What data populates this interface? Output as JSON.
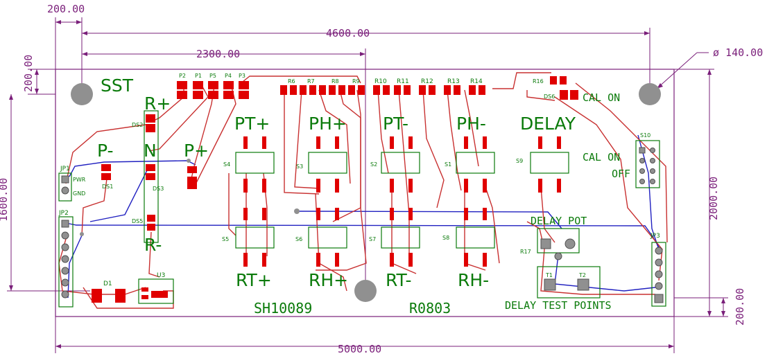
{
  "dimensions": {
    "margin_left": "200.00",
    "mount_hole_span": "4600.00",
    "center_offset": "2300.00",
    "hole_diameter": "ø 140.00",
    "margin_top": "200.00",
    "hole_vertical": "1600.00",
    "board_height": "2000.00",
    "margin_bottom": "200.00",
    "board_width": "5000.00"
  },
  "silkscreen": {
    "sst": "SST",
    "cal_on_led": "CAL ON",
    "cal_on": "CAL ON",
    "off": "OFF",
    "r_plus": "R+",
    "r_minus": "R-",
    "p_minus": "P-",
    "p_plus": "P+",
    "n": "N",
    "pt_plus": "PT+",
    "ph_plus": "PH+",
    "pt_minus": "PT-",
    "ph_minus": "PH-",
    "delay": "DELAY",
    "rt_plus": "RT+",
    "rh_plus": "RH+",
    "rt_minus": "RT-",
    "rh_minus": "RH-",
    "delay_pot": "DELAY POT",
    "part_number": "SH10089",
    "revision": "R0803",
    "delay_test_points": "DELAY TEST POINTS",
    "pwr": "PWR",
    "gnd": "GND"
  },
  "refdes": {
    "top_row": [
      "P2",
      "P1",
      "P5",
      "P4",
      "P3",
      "R6",
      "R7",
      "R8",
      "R9",
      "R10",
      "R11",
      "R12",
      "R13",
      "R14",
      "R16"
    ],
    "ds6": "DS6",
    "s10": "S10",
    "ds2": "DS2",
    "ds1": "DS1",
    "ds3": "DS3",
    "ds5": "DS5",
    "jp1": "JP1",
    "jp2": "JP2",
    "jp3": "JP3",
    "d1": "D1",
    "u3": "U3",
    "s4": "S4",
    "s3": "S3",
    "s2": "S2",
    "s1": "S1",
    "s9": "S9",
    "s5": "S5",
    "s6": "S6",
    "s7": "S7",
    "s8": "S8",
    "r17": "R17",
    "t1": "T1",
    "t2": "T2"
  },
  "colors": {
    "dimension": "#7a1f7a",
    "silkscreen": "#0a7a0a",
    "pad": "#e00000",
    "trace_top": "#c83030",
    "trace_bottom": "#2020c0",
    "hole": "#909090"
  }
}
